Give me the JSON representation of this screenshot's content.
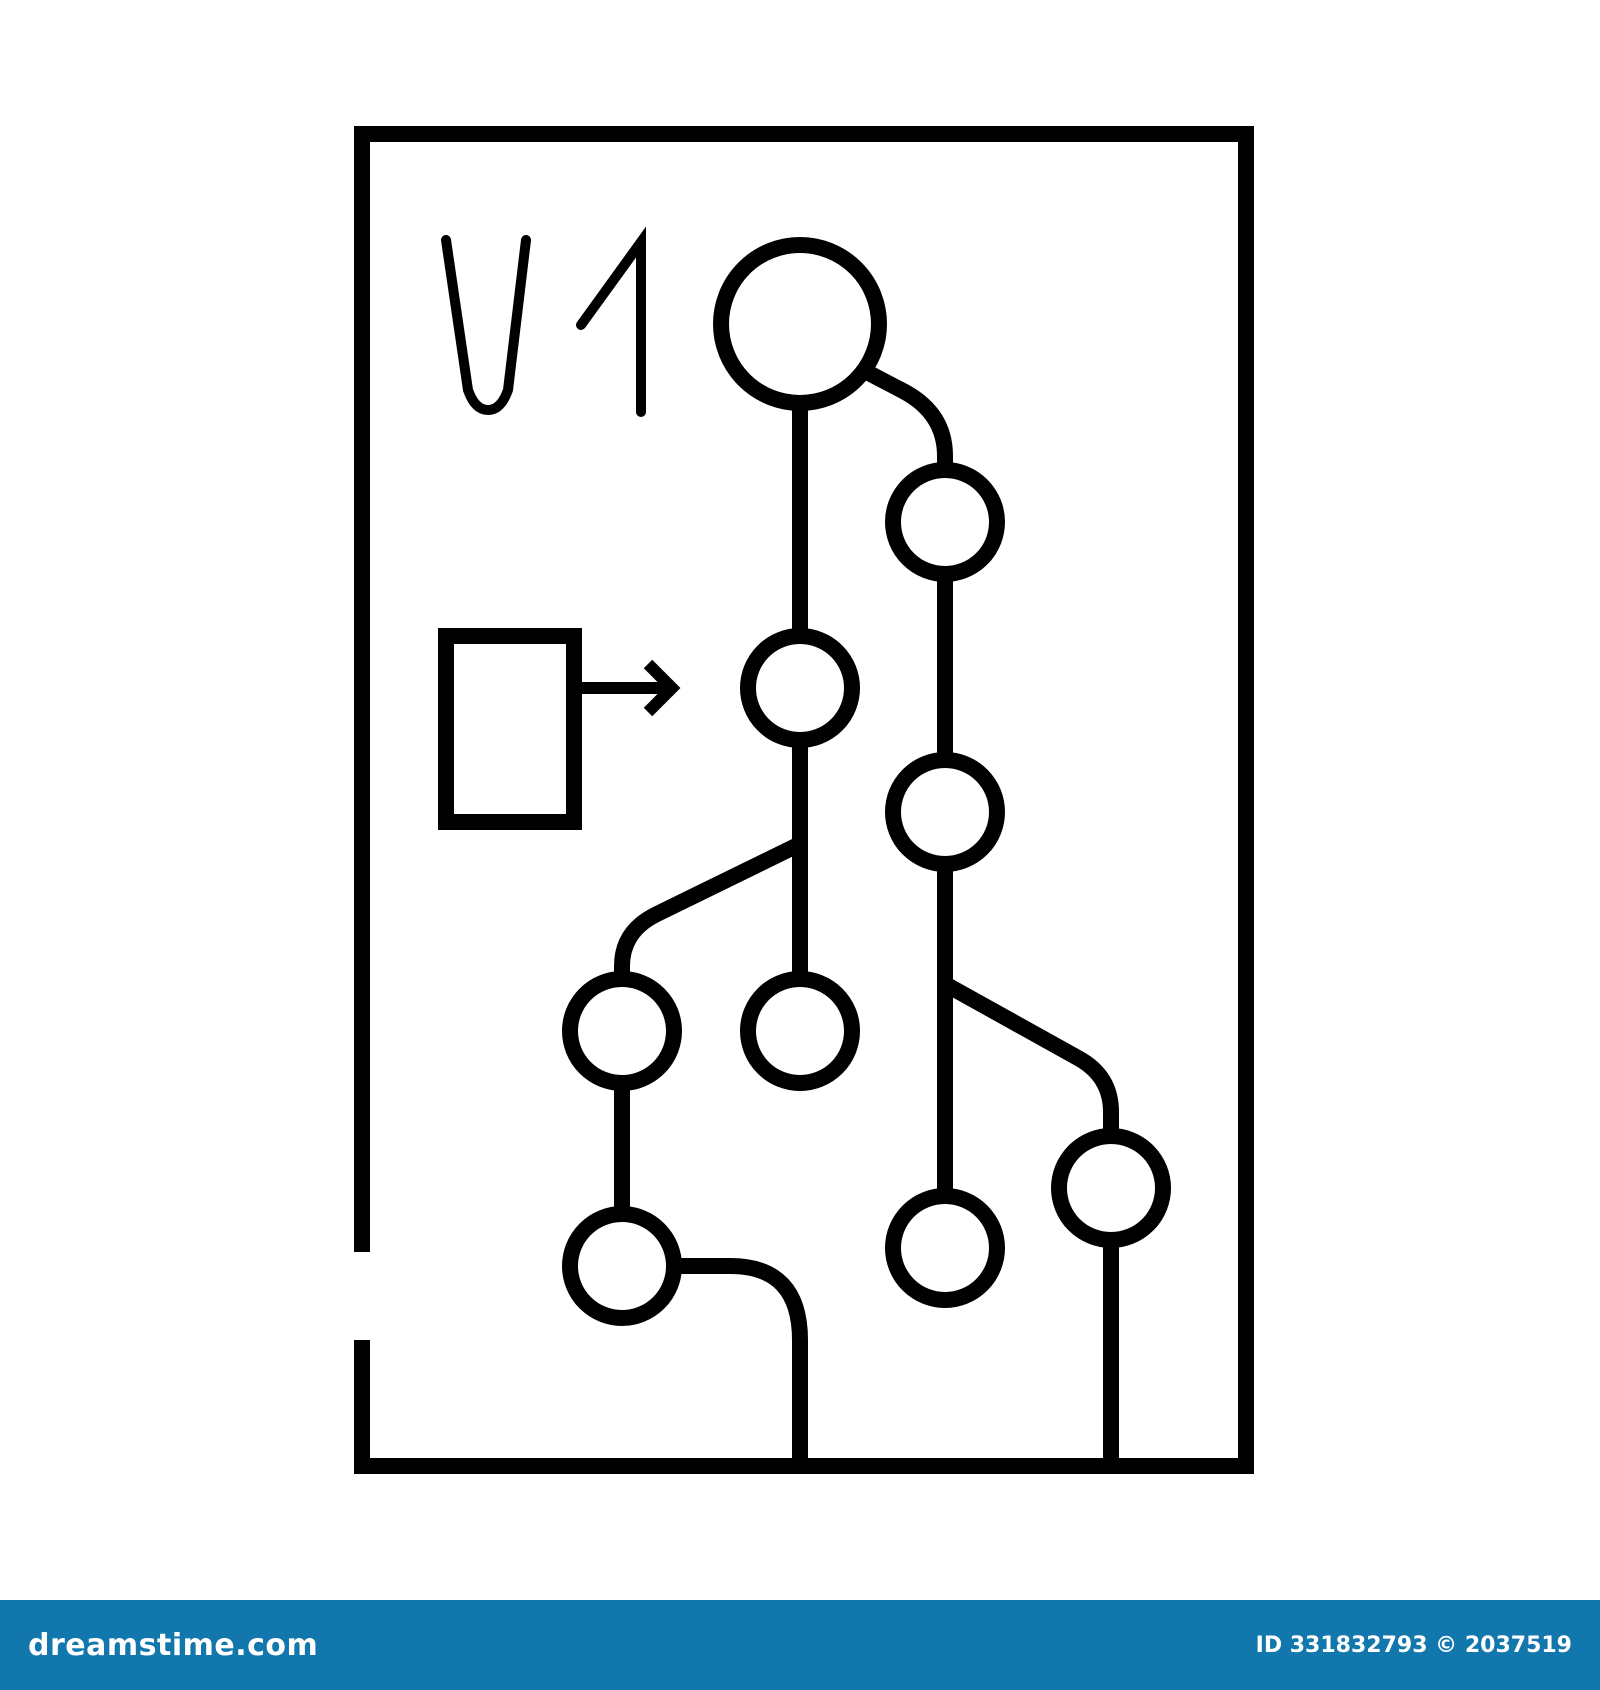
{
  "diagram": {
    "version_label": "V1",
    "stroke_color": "#000000",
    "background_color": "#ffffff",
    "icons": {
      "frame": "document-frame",
      "branch_nodes": "circle-node-icon",
      "input_block": "rectangle-block-icon",
      "arrow": "right-arrow-icon"
    }
  },
  "footer": {
    "brand": "dreamstime.com",
    "stock_id": "ID 331832793 © 2037519",
    "background_color": "#1277ad",
    "text_color": "#ffffff"
  }
}
